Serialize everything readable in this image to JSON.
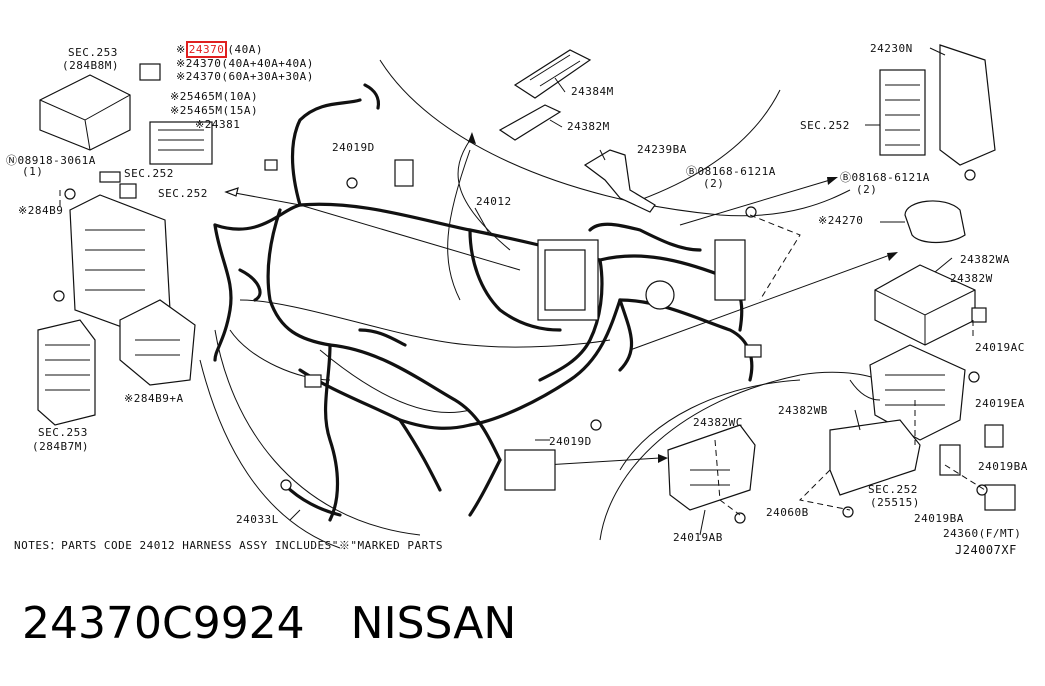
{
  "labels": {
    "sec253_top": "SEC.253",
    "sec253_top_sub": "(284B8M)",
    "p24370_40a_code": "24370",
    "p24370_40a_rating": "(40A)",
    "p24370_b": "※24370(40A+40A+40A)",
    "p24370_c": "※24370(60A+30A+30A)",
    "p25465m_10a": "※25465M(10A)",
    "p25465m_15a": "※25465M(15A)",
    "p24381": "※24381",
    "p08918": "Ⓝ08918-3061A",
    "p08918_qty": "(1)",
    "sec252_a": "SEC.252",
    "sec252_b": "SEC.252",
    "p284b9": "※284B9",
    "p284b9a": "※284B9+A",
    "sec253_bottom": "SEC.253",
    "sec253_bottom_sub": "(284B7M)",
    "p24019d_top": "24019D",
    "p24384m": "24384M",
    "p24382m": "24382M",
    "p24239ba": "24239BA",
    "p08168_a": "Ⓑ08168-6121A",
    "p08168_a_qty": "(2)",
    "p24012": "24012",
    "p24230n": "24230N",
    "sec252_right": "SEC.252",
    "p08168_b": "Ⓑ08168-6121A",
    "p08168_b_qty": "(2)",
    "p24270": "※24270",
    "p24382wa": "24382WA",
    "p24382w": "24382W",
    "p24019ac": "24019AC",
    "p24019ea": "24019EA",
    "p24382wc": "24382WC",
    "p24382wb": "24382WB",
    "p24019d_bottom": "24019D",
    "p24019ba_a": "24019BA",
    "sec252_25515": "SEC.252",
    "sec252_25515_sub": "(25515)",
    "p24019ba_b": "24019BA",
    "p24033l": "24033L",
    "p24060b": "24060B",
    "p24019ab": "24019AB",
    "p24360": "24360(F/MT)",
    "figure_code": "J24007XF",
    "notes": "NOTES：PARTS CODE 24012 HARNESS ASSY INCLUDES\"※\"MARKED PARTS"
  },
  "footer": {
    "part_number": "24370C9924",
    "brand": "NISSAN"
  },
  "colors": {
    "highlight": "#e02020",
    "ink": "#111111"
  }
}
